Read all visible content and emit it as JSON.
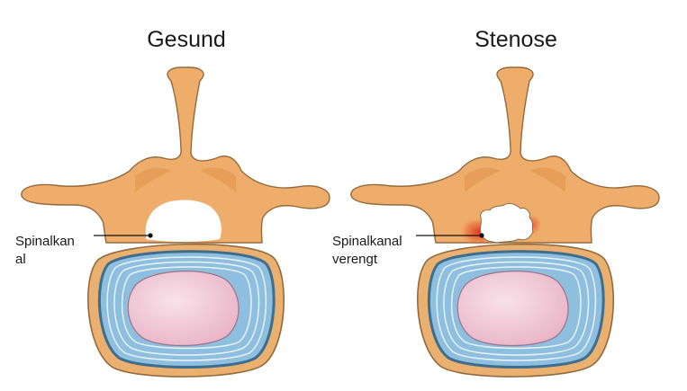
{
  "panels": [
    {
      "title": "Gesund",
      "label_lines": [
        "Spinalkan",
        "al"
      ]
    },
    {
      "title": "Stenose",
      "label_lines": [
        "Spinalkanal",
        "verengt"
      ]
    }
  ],
  "colors": {
    "bone": "#efad6c",
    "bone_shade": "#de9149",
    "outline": "#946a3c",
    "canal": "#ffffff",
    "stenosis_highlight": "#e23a1f",
    "disc_outer": "#e9b070",
    "annulus": "#8fbfde",
    "annulus_dark": "#3e6d8e",
    "annulus_rings": "#eaf4fb",
    "nucleus": "#eec3d3",
    "nucleus_edge": "#9c7288"
  }
}
